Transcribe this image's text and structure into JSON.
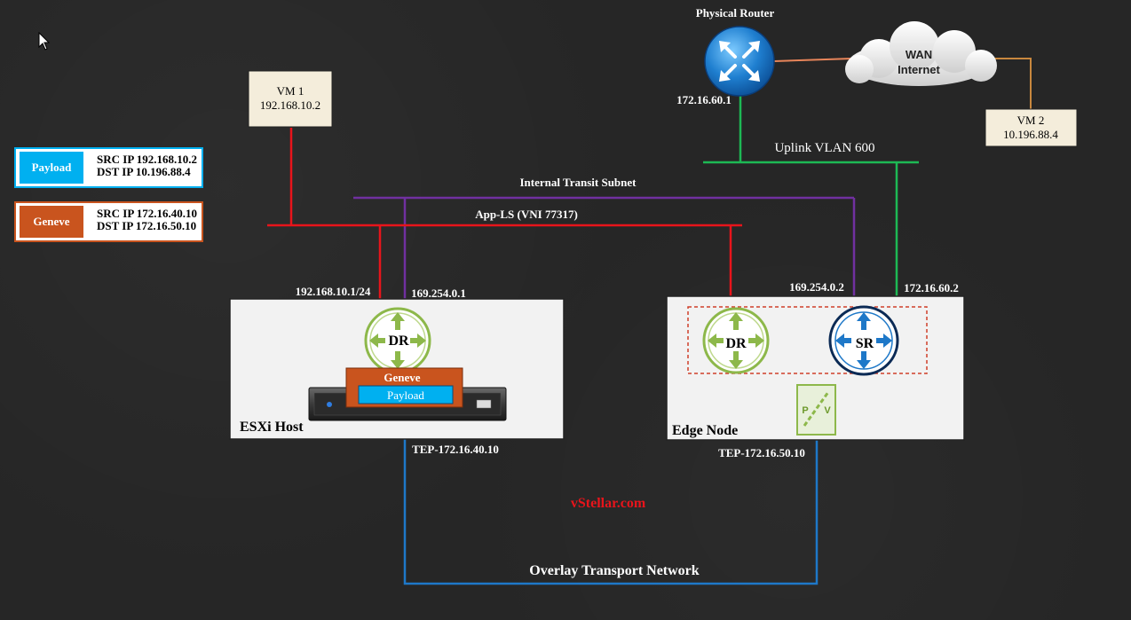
{
  "router": {
    "title": "Physical Router",
    "ip": "172.16.60.1"
  },
  "wan": {
    "line1": "WAN",
    "line2": "Internet"
  },
  "vm1": {
    "name": "VM 1",
    "ip": "192.168.10.2"
  },
  "vm2": {
    "name": "VM 2",
    "ip": "10.196.88.4"
  },
  "uplink": {
    "label": "Uplink VLAN 600"
  },
  "transit": {
    "label": "Internal Transit Subnet"
  },
  "appls": {
    "label": "App-LS (VNI 77317)"
  },
  "legend_payload": {
    "tag": "Payload",
    "src": "SRC IP 192.168.10.2",
    "dst": "DST IP 10.196.88.4"
  },
  "legend_geneve": {
    "tag": "Geneve",
    "src": "SRC IP 172.16.40.10",
    "dst": "DST IP 172.16.50.10"
  },
  "esxi": {
    "name": "ESXi Host",
    "dr_label": "DR",
    "ip_app": "192.168.10.1/24",
    "ip_transit": "169.254.0.1",
    "geneve": "Geneve",
    "payload": "Payload",
    "tep": "TEP-172.16.40.10"
  },
  "edge": {
    "name": "Edge Node",
    "dr_label": "DR",
    "sr_label": "SR",
    "ip_transit": "169.254.0.2",
    "ip_uplink": "172.16.60.2",
    "tep": "TEP-172.16.50.10",
    "pv_p": "P",
    "pv_v": "V"
  },
  "watermark": "vStellar.com",
  "overlay": {
    "label": "Overlay Transport Network"
  },
  "colors": {
    "red": "#e8141b",
    "purple": "#7030a0",
    "green": "#1db954",
    "blue": "#1e78c8",
    "orange": "#c9541e",
    "cyan": "#00b0f0",
    "tan": "#f4eddb"
  }
}
